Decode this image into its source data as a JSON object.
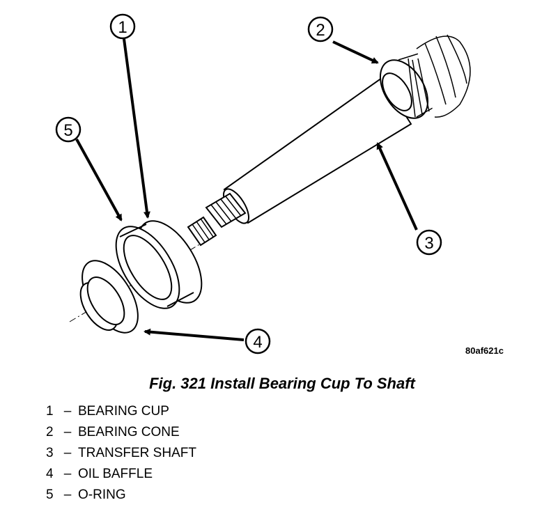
{
  "figure": {
    "ref_code": "80af621c",
    "caption": "Fig. 321 Install Bearing Cup To Shaft",
    "callouts": [
      "1",
      "2",
      "3",
      "4",
      "5"
    ]
  },
  "legend": [
    {
      "number": "1",
      "separator": "–",
      "label": "BEARING CUP"
    },
    {
      "number": "2",
      "separator": "–",
      "label": "BEARING CONE"
    },
    {
      "number": "3",
      "separator": "–",
      "label": "TRANSFER SHAFT"
    },
    {
      "number": "4",
      "separator": "–",
      "label": "OIL BAFFLE"
    },
    {
      "number": "5",
      "separator": "–",
      "label": "O-RING"
    }
  ]
}
